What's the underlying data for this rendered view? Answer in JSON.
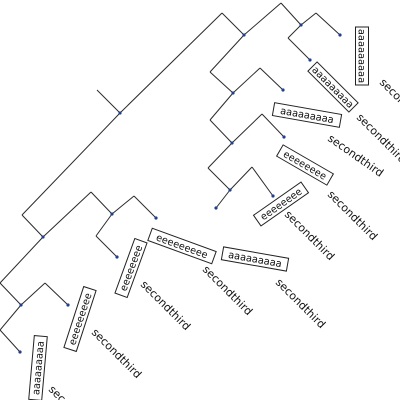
{
  "diagram": {
    "leaves": [
      {
        "text": "aaaaaaaaa",
        "sub": "secondthird"
      },
      {
        "text": "aaaaaaaaa",
        "sub": "secondthird"
      },
      {
        "text": "aaaaaaaaa",
        "sub": "secondthird"
      },
      {
        "text": "eeeeeeee",
        "sub": "secondthird"
      },
      {
        "text": "eeeeeeee",
        "sub": "secondthird"
      },
      {
        "text": "aaaaaaaaa",
        "sub": "secondthird"
      },
      {
        "text": "eeeeeeeee",
        "sub": "secondthird"
      },
      {
        "text": "eeeeeeee",
        "sub": "secondthird"
      },
      {
        "text": "eeeeeeeee",
        "sub": "secondthird"
      },
      {
        "text": "aaaaaaaaa",
        "sub": "seco"
      }
    ]
  },
  "colors": {
    "edge": "#2b2b2b",
    "node": "#1f3f8f",
    "box_border": "#222222"
  }
}
